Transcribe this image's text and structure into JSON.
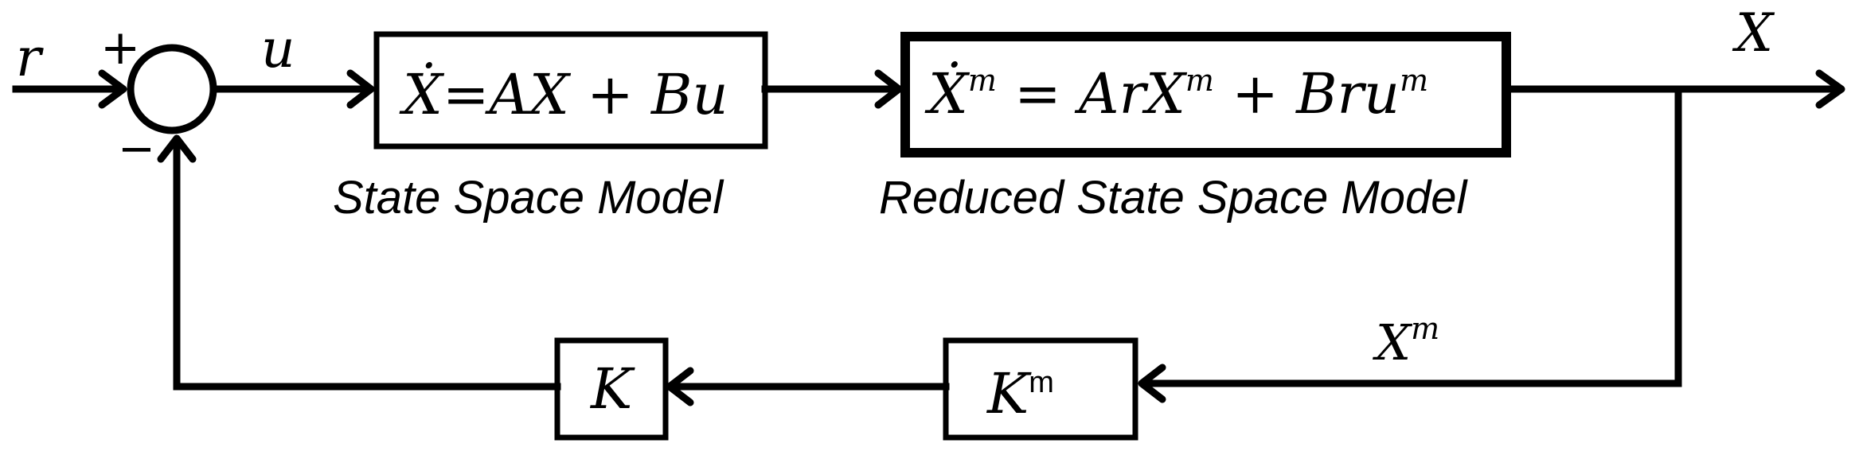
{
  "signals": {
    "reference": "r",
    "control": "u",
    "output": "X",
    "reduced_state": "X",
    "reduced_state_sup": "m"
  },
  "summing_junction": {
    "plus_sign": "+",
    "minus_sign": "−"
  },
  "blocks": {
    "state_space": {
      "eq_lhs": "Ẋ",
      "eq_rhs": "=AX + Bu",
      "caption": "State Space Model"
    },
    "reduced_state_space": {
      "eq_lhs": "Ẋ",
      "eq_lhs_sup": "m",
      "eq_mid": " = ArX",
      "eq_mid_sup": "m",
      "eq_tail": " + Bru",
      "eq_tail_sup": "m",
      "caption": "Reduced State Space Model"
    },
    "gain_k": {
      "label": "K"
    },
    "gain_km": {
      "label": "K",
      "label_sup": "m"
    }
  }
}
